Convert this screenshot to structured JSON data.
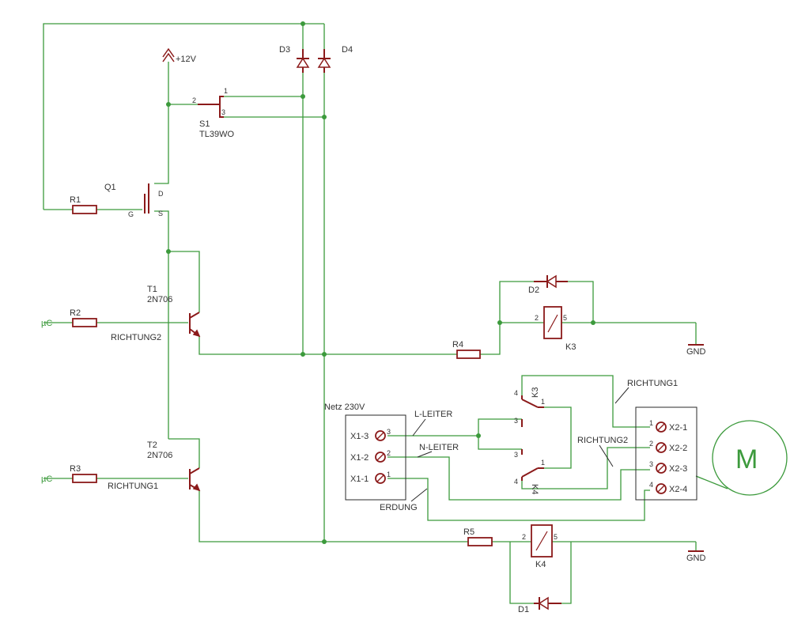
{
  "labels": {
    "v12": "+12V",
    "d3": "D3",
    "d4": "D4",
    "s1_name": "S1",
    "s1_value": "TL39WO",
    "q1": "Q1",
    "r1": "R1",
    "gate": "G",
    "source": "S",
    "drain": "D",
    "t1_name": "T1",
    "t1_value": "2N706",
    "r2": "R2",
    "uc1": "µC",
    "richtung2_a": "RICHTUNG2",
    "r4": "R4",
    "d2": "D2",
    "k3": "K3",
    "gnd1": "GND",
    "t2_name": "T2",
    "t2_value": "2N706",
    "r3": "R3",
    "uc2": "µC",
    "richtung1_a": "RICHTUNG1",
    "netz": "Netz 230V",
    "l_leiter": "L-LEITER",
    "n_leiter": "N-LEITER",
    "erdung": "ERDUNG",
    "x13": "X1-3",
    "x12": "X1-2",
    "x11": "X1-1",
    "richtung1_b": "RICHTUNG1",
    "richtung2_b": "RICHTUNG2",
    "x21": "X2-1",
    "x22": "X2-2",
    "x23": "X2-3",
    "x24": "X2-4",
    "motor": "M",
    "r5": "R5",
    "k4": "K4",
    "gnd2": "GND",
    "d1": "D1",
    "k3_contact": "K3",
    "k4_contact": "K4"
  },
  "pins": {
    "s1_p2": "2",
    "s1_p1": "1",
    "s1_p3": "3",
    "k3_p2": "2",
    "k3_p5": "5",
    "k4_p2": "2",
    "k4_p5": "5",
    "x1_p3": "3",
    "x1_p2": "2",
    "x1_p1": "1",
    "x2_p1": "1",
    "x2_p2": "2",
    "x2_p3": "3",
    "x2_p4": "4",
    "k3c_p4": "4",
    "k3c_p3": "3",
    "k3c_p1": "1",
    "k4c_p3": "3",
    "k4c_p4": "4",
    "k4c_p1": "1"
  },
  "colors": {
    "wire": "#3c9a3c",
    "component": "#8b1a1a",
    "text": "#333333"
  }
}
